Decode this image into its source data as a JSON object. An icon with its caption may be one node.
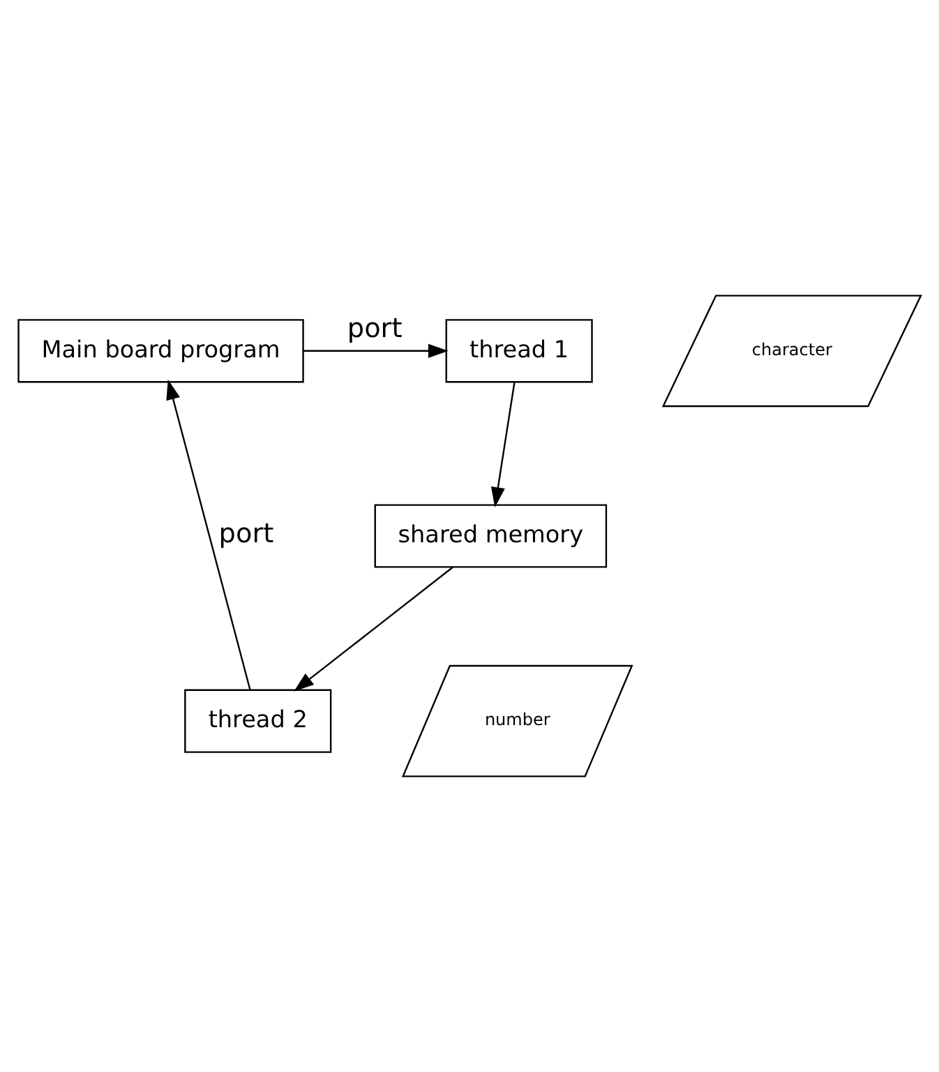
{
  "diagram": {
    "nodes": [
      {
        "text": [
          "Main board program"
        ]
      },
      {
        "text": [
          "character"
        ]
      },
      {
        "text": [
          "thread 1"
        ]
      },
      {
        "text": [
          "shared memory"
        ]
      },
      {
        "text": [
          "thread 2"
        ]
      },
      {
        "text": [
          "number"
        ]
      }
    ],
    "edges": [
      {
        "from": 0,
        "to": 2,
        "arrow": "to",
        "label": "port"
      },
      {
        "from": 2,
        "to": 3,
        "arrow": "to"
      },
      {
        "from": 3,
        "to": 4,
        "arrow": "to"
      },
      {
        "from": 4,
        "to": 0,
        "arrow": "to",
        "label": "port"
      }
    ]
  }
}
